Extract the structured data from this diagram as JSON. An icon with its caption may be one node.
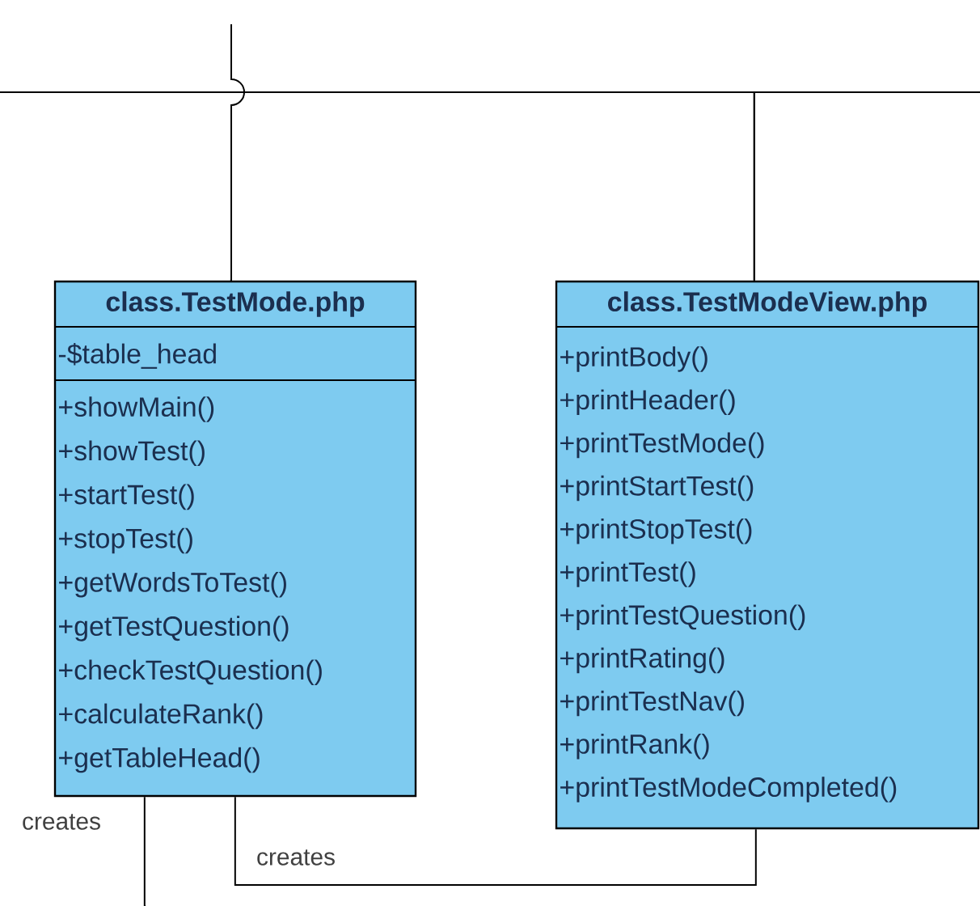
{
  "diagram": {
    "nodes": [
      {
        "text": [
          "class.TestMode.php",
          "-$table_head",
          "+showMain()",
          "+showTest()",
          "+startTest()",
          "+stopTest()",
          "+getWordsToTest()",
          "+getTestQuestion()",
          "+checkTestQuestion()",
          "+calculateRank()",
          "+getTableHead()"
        ]
      },
      {
        "text": [
          "class.TestModeView.php",
          "+printBody()",
          "+printHeader()",
          "+printTestMode()",
          "+printStartTest()",
          "+printStopTest()",
          "+printTest()",
          "+printTestQuestion()",
          "+printRating()",
          "+printTestNav()",
          "+printRank()",
          "+printTestModeCompleted()"
        ]
      }
    ],
    "edges": [
      {
        "from": null,
        "to": 0,
        "arrow": "none"
      },
      {
        "from": null,
        "to": 1,
        "arrow": "none"
      },
      {
        "from": null,
        "to": 1,
        "arrow": "none"
      },
      {
        "from": 0,
        "to": null,
        "arrow": "none",
        "label": "creates"
      },
      {
        "from": 0,
        "to": 1,
        "arrow": "none",
        "label": "creates"
      }
    ]
  }
}
